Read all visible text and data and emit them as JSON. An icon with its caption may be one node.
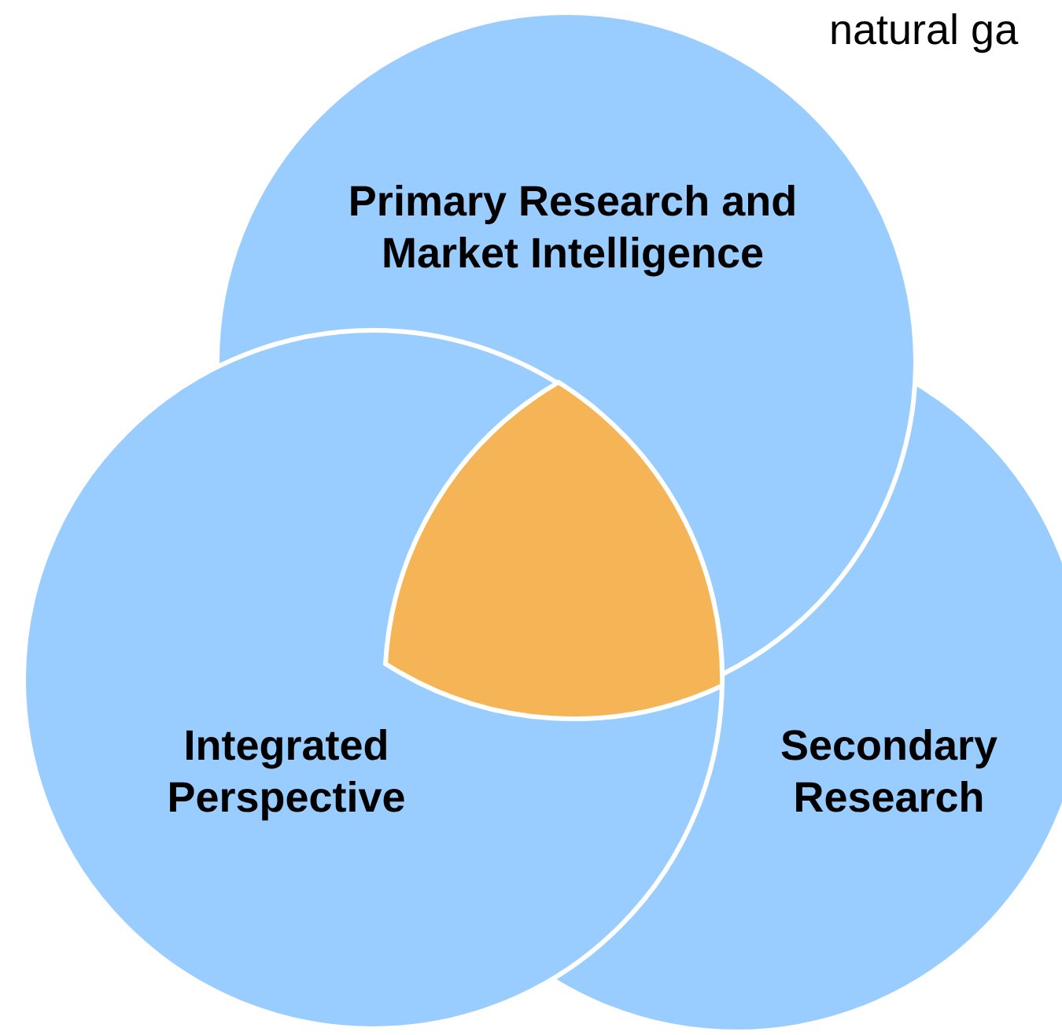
{
  "diagram": {
    "nodes": [
      {
        "text": [
          "Primary Research and Market Intelligence"
        ]
      },
      {
        "text": [
          "Integrated Perspective"
        ]
      },
      {
        "text": [
          "Secondary Research"
        ]
      }
    ],
    "labels": [
      "natural ga"
    ]
  }
}
